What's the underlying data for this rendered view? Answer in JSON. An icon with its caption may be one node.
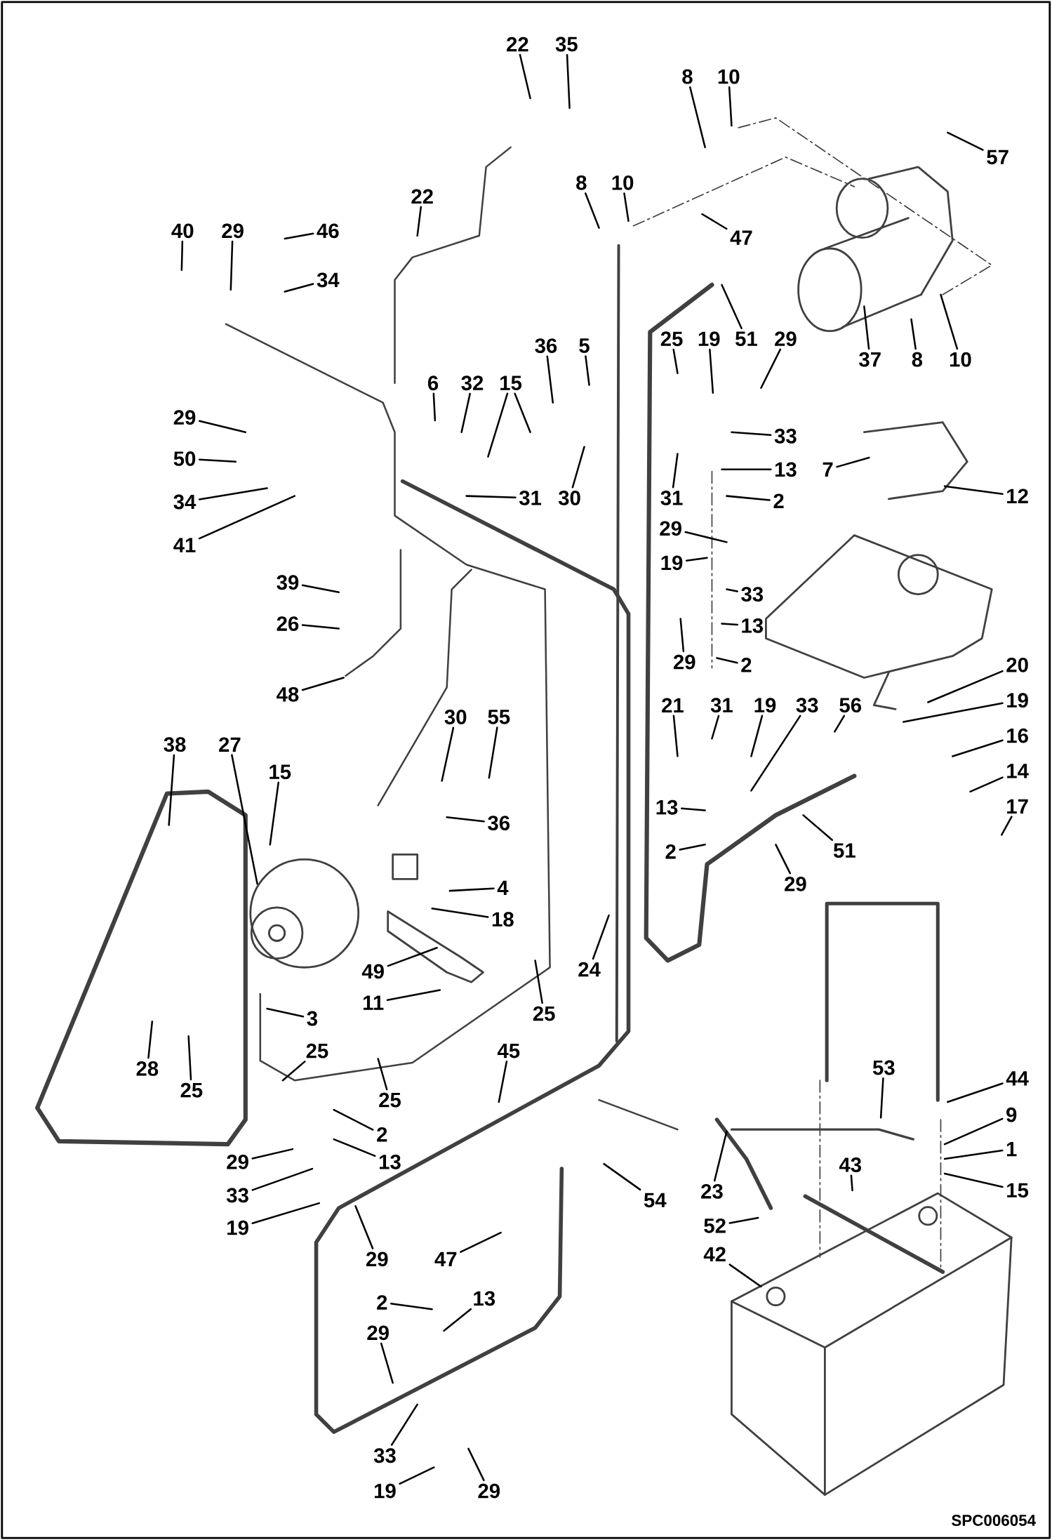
{
  "diagram": {
    "nodes": [
      {
        "text": [
          "22"
        ]
      },
      {
        "text": [
          "35"
        ]
      },
      {
        "text": [
          "8"
        ]
      },
      {
        "text": [
          "10"
        ]
      },
      {
        "text": [
          "57"
        ]
      },
      {
        "text": [
          "22"
        ]
      },
      {
        "text": [
          "8"
        ]
      },
      {
        "text": [
          "10"
        ]
      },
      {
        "text": [
          "47"
        ]
      },
      {
        "text": [
          "40"
        ]
      },
      {
        "text": [
          "29"
        ]
      },
      {
        "text": [
          "46"
        ]
      },
      {
        "text": [
          "34"
        ]
      },
      {
        "text": [
          "51"
        ]
      },
      {
        "text": [
          "37"
        ]
      },
      {
        "text": [
          "8"
        ]
      },
      {
        "text": [
          "10"
        ]
      },
      {
        "text": [
          "36"
        ]
      },
      {
        "text": [
          "5"
        ]
      },
      {
        "text": [
          "25"
        ]
      },
      {
        "text": [
          "19"
        ]
      },
      {
        "text": [
          "29"
        ]
      },
      {
        "text": [
          "6"
        ]
      },
      {
        "text": [
          "32"
        ]
      },
      {
        "text": [
          "15"
        ]
      },
      {
        "text": [
          "29"
        ]
      },
      {
        "text": [
          "33"
        ]
      },
      {
        "text": [
          "50"
        ]
      },
      {
        "text": [
          "7"
        ]
      },
      {
        "text": [
          "13"
        ]
      },
      {
        "text": [
          "34"
        ]
      },
      {
        "text": [
          "31"
        ]
      },
      {
        "text": [
          "30"
        ]
      },
      {
        "text": [
          "31"
        ]
      },
      {
        "text": [
          "2"
        ]
      },
      {
        "text": [
          "12"
        ]
      },
      {
        "text": [
          "41"
        ]
      },
      {
        "text": [
          "29"
        ]
      },
      {
        "text": [
          "19"
        ]
      },
      {
        "text": [
          "33"
        ]
      },
      {
        "text": [
          "13"
        ]
      },
      {
        "text": [
          "29"
        ]
      },
      {
        "text": [
          "2"
        ]
      },
      {
        "text": [
          "39"
        ]
      },
      {
        "text": [
          "26"
        ]
      },
      {
        "text": [
          "48"
        ]
      },
      {
        "text": [
          "20"
        ]
      },
      {
        "text": [
          "19"
        ]
      },
      {
        "text": [
          "16"
        ]
      },
      {
        "text": [
          "14"
        ]
      },
      {
        "text": [
          "17"
        ]
      },
      {
        "text": [
          "21"
        ]
      },
      {
        "text": [
          "31"
        ]
      },
      {
        "text": [
          "19"
        ]
      },
      {
        "text": [
          "33"
        ]
      },
      {
        "text": [
          "56"
        ]
      },
      {
        "text": [
          "30"
        ]
      },
      {
        "text": [
          "55"
        ]
      },
      {
        "text": [
          "38"
        ]
      },
      {
        "text": [
          "27"
        ]
      },
      {
        "text": [
          "15"
        ]
      },
      {
        "text": [
          "36"
        ]
      },
      {
        "text": [
          "13"
        ]
      },
      {
        "text": [
          "51"
        ]
      },
      {
        "text": [
          "2"
        ]
      },
      {
        "text": [
          "29"
        ]
      },
      {
        "text": [
          "4"
        ]
      },
      {
        "text": [
          "18"
        ]
      },
      {
        "text": [
          "24"
        ]
      },
      {
        "text": [
          "49"
        ]
      },
      {
        "text": [
          "11"
        ]
      },
      {
        "text": [
          "25"
        ]
      },
      {
        "text": [
          "3"
        ]
      },
      {
        "text": [
          "28"
        ]
      },
      {
        "text": [
          "25"
        ]
      },
      {
        "text": [
          "25"
        ]
      },
      {
        "text": [
          "25"
        ]
      },
      {
        "text": [
          "45"
        ]
      },
      {
        "text": [
          "53"
        ]
      },
      {
        "text": [
          "44"
        ]
      },
      {
        "text": [
          "9"
        ]
      },
      {
        "text": [
          "1"
        ]
      },
      {
        "text": [
          "15"
        ]
      },
      {
        "text": [
          "2"
        ]
      },
      {
        "text": [
          "13"
        ]
      },
      {
        "text": [
          "29"
        ]
      },
      {
        "text": [
          "33"
        ]
      },
      {
        "text": [
          "19"
        ]
      },
      {
        "text": [
          "54"
        ]
      },
      {
        "text": [
          "23"
        ]
      },
      {
        "text": [
          "43"
        ]
      },
      {
        "text": [
          "52"
        ]
      },
      {
        "text": [
          "29"
        ]
      },
      {
        "text": [
          "47"
        ]
      },
      {
        "text": [
          "42"
        ]
      },
      {
        "text": [
          "2"
        ]
      },
      {
        "text": [
          "13"
        ]
      },
      {
        "text": [
          "29"
        ]
      },
      {
        "text": [
          "33"
        ]
      },
      {
        "text": [
          "19"
        ]
      },
      {
        "text": [
          "29"
        ]
      }
    ],
    "edges": [
      {
        "from": 0,
        "to": null,
        "arrow": "none"
      },
      {
        "from": 1,
        "to": null,
        "arrow": "none"
      },
      {
        "from": 2,
        "to": null,
        "arrow": "none"
      },
      {
        "from": 3,
        "to": null,
        "arrow": "none"
      },
      {
        "from": 4,
        "to": null,
        "arrow": "none"
      },
      {
        "from": 5,
        "to": null,
        "arrow": "none"
      },
      {
        "from": 6,
        "to": null,
        "arrow": "none"
      },
      {
        "from": 7,
        "to": null,
        "arrow": "none"
      },
      {
        "from": 8,
        "to": null,
        "arrow": "none"
      },
      {
        "from": 9,
        "to": null,
        "arrow": "none"
      },
      {
        "from": 10,
        "to": null,
        "arrow": "none"
      },
      {
        "from": 11,
        "to": null,
        "arrow": "none"
      },
      {
        "from": 12,
        "to": null,
        "arrow": "none"
      },
      {
        "from": 13,
        "to": null,
        "arrow": "none"
      },
      {
        "from": 14,
        "to": null,
        "arrow": "none"
      },
      {
        "from": 15,
        "to": null,
        "arrow": "none"
      },
      {
        "from": 16,
        "to": null,
        "arrow": "none"
      },
      {
        "from": 17,
        "to": null,
        "arrow": "none"
      },
      {
        "from": 18,
        "to": null,
        "arrow": "none"
      },
      {
        "from": 19,
        "to": null,
        "arrow": "none"
      },
      {
        "from": 20,
        "to": null,
        "arrow": "none"
      },
      {
        "from": 21,
        "to": null,
        "arrow": "none"
      },
      {
        "from": 22,
        "to": null,
        "arrow": "none"
      },
      {
        "from": 23,
        "to": null,
        "arrow": "none"
      },
      {
        "from": 24,
        "to": null,
        "arrow": "none"
      },
      {
        "from": 24,
        "to": null,
        "arrow": "none"
      },
      {
        "from": 25,
        "to": null,
        "arrow": "none"
      },
      {
        "from": 26,
        "to": null,
        "arrow": "none"
      },
      {
        "from": 27,
        "to": null,
        "arrow": "none"
      },
      {
        "from": 28,
        "to": null,
        "arrow": "none"
      },
      {
        "from": 29,
        "to": null,
        "arrow": "none"
      },
      {
        "from": 30,
        "to": null,
        "arrow": "none"
      },
      {
        "from": 31,
        "to": null,
        "arrow": "none"
      },
      {
        "from": 32,
        "to": null,
        "arrow": "none"
      },
      {
        "from": 33,
        "to": null,
        "arrow": "none"
      },
      {
        "from": 34,
        "to": null,
        "arrow": "none"
      },
      {
        "from": 35,
        "to": null,
        "arrow": "none"
      },
      {
        "from": 36,
        "to": null,
        "arrow": "none"
      },
      {
        "from": 37,
        "to": null,
        "arrow": "none"
      },
      {
        "from": 38,
        "to": null,
        "arrow": "none"
      },
      {
        "from": 39,
        "to": null,
        "arrow": "none"
      },
      {
        "from": 40,
        "to": null,
        "arrow": "none"
      },
      {
        "from": 41,
        "to": null,
        "arrow": "none"
      },
      {
        "from": 42,
        "to": null,
        "arrow": "none"
      },
      {
        "from": 43,
        "to": null,
        "arrow": "none"
      },
      {
        "from": 44,
        "to": null,
        "arrow": "none"
      },
      {
        "from": 45,
        "to": null,
        "arrow": "none"
      },
      {
        "from": 46,
        "to": null,
        "arrow": "none"
      },
      {
        "from": 47,
        "to": null,
        "arrow": "none"
      },
      {
        "from": 48,
        "to": null,
        "arrow": "none"
      },
      {
        "from": 49,
        "to": null,
        "arrow": "none"
      },
      {
        "from": 50,
        "to": null,
        "arrow": "none"
      },
      {
        "from": 51,
        "to": null,
        "arrow": "none"
      },
      {
        "from": 52,
        "to": null,
        "arrow": "none"
      },
      {
        "from": 53,
        "to": null,
        "arrow": "none"
      },
      {
        "from": 54,
        "to": null,
        "arrow": "none"
      },
      {
        "from": 55,
        "to": null,
        "arrow": "none"
      },
      {
        "from": 56,
        "to": null,
        "arrow": "none"
      },
      {
        "from": 57,
        "to": null,
        "arrow": "none"
      },
      {
        "from": 58,
        "to": null,
        "arrow": "none"
      },
      {
        "from": 59,
        "to": null,
        "arrow": "none"
      },
      {
        "from": 60,
        "to": null,
        "arrow": "none"
      },
      {
        "from": 61,
        "to": null,
        "arrow": "none"
      },
      {
        "from": 62,
        "to": null,
        "arrow": "none"
      },
      {
        "from": 63,
        "to": null,
        "arrow": "none"
      },
      {
        "from": 64,
        "to": null,
        "arrow": "none"
      },
      {
        "from": 65,
        "to": null,
        "arrow": "none"
      },
      {
        "from": 66,
        "to": null,
        "arrow": "none"
      },
      {
        "from": 67,
        "to": null,
        "arrow": "none"
      },
      {
        "from": 68,
        "to": null,
        "arrow": "none"
      },
      {
        "from": 69,
        "to": null,
        "arrow": "none"
      },
      {
        "from": 70,
        "to": null,
        "arrow": "none"
      },
      {
        "from": 71,
        "to": null,
        "arrow": "none"
      },
      {
        "from": 72,
        "to": null,
        "arrow": "none"
      },
      {
        "from": 73,
        "to": null,
        "arrow": "none"
      },
      {
        "from": 74,
        "to": null,
        "arrow": "none"
      },
      {
        "from": 75,
        "to": null,
        "arrow": "none"
      },
      {
        "from": 76,
        "to": null,
        "arrow": "none"
      },
      {
        "from": 77,
        "to": null,
        "arrow": "none"
      },
      {
        "from": 78,
        "to": null,
        "arrow": "none"
      },
      {
        "from": 79,
        "to": null,
        "arrow": "none"
      },
      {
        "from": 80,
        "to": null,
        "arrow": "none"
      },
      {
        "from": 81,
        "to": null,
        "arrow": "none"
      },
      {
        "from": 82,
        "to": null,
        "arrow": "none"
      },
      {
        "from": 83,
        "to": null,
        "arrow": "none"
      },
      {
        "from": 84,
        "to": null,
        "arrow": "none"
      },
      {
        "from": 85,
        "to": null,
        "arrow": "none"
      },
      {
        "from": 86,
        "to": null,
        "arrow": "none"
      },
      {
        "from": 87,
        "to": null,
        "arrow": "none"
      },
      {
        "from": 88,
        "to": null,
        "arrow": "none"
      },
      {
        "from": 89,
        "to": null,
        "arrow": "none"
      },
      {
        "from": 90,
        "to": null,
        "arrow": "none"
      },
      {
        "from": 91,
        "to": null,
        "arrow": "none"
      },
      {
        "from": 92,
        "to": null,
        "arrow": "none"
      },
      {
        "from": 93,
        "to": null,
        "arrow": "none"
      },
      {
        "from": 94,
        "to": null,
        "arrow": "none"
      },
      {
        "from": 95,
        "to": null,
        "arrow": "none"
      },
      {
        "from": 96,
        "to": null,
        "arrow": "none"
      },
      {
        "from": 97,
        "to": null,
        "arrow": "none"
      },
      {
        "from": 98,
        "to": null,
        "arrow": "none"
      },
      {
        "from": 99,
        "to": null,
        "arrow": "none"
      },
      {
        "from": 100,
        "to": null,
        "arrow": "none"
      }
    ],
    "labels": [
      "SPC006054"
    ]
  }
}
